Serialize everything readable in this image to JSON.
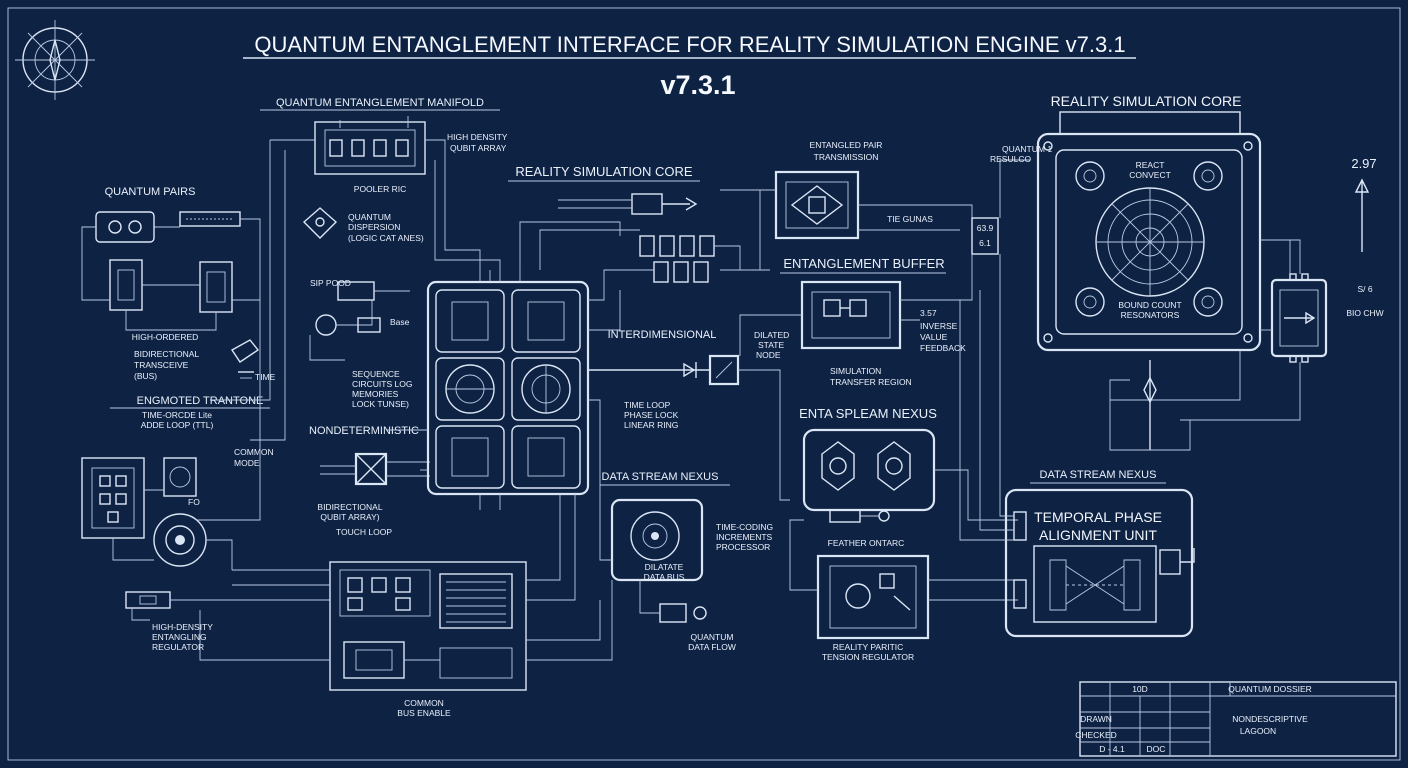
{
  "header": {
    "title": "QUANTUM ENTANGLEMENT INTERFACE FOR REALITY SIMULATION ENGINE v7.3.1",
    "version": "v7.3.1"
  },
  "labels": {
    "manifold": "QUANTUM ENTANGLEMENT MANIFOLD",
    "high_density": [
      "HIGH DENSITY",
      "QUBIT ARRAY"
    ],
    "footer_manifold": "POOLER RIC",
    "quantum_pairs": "QUANTUM PAIRS",
    "quantum_dispersion": [
      "QUANTUM",
      "DISPERSION",
      "(LOGIC CAT ANES)"
    ],
    "pool_tag": "SIP POOD",
    "high_ordered": "HIGH-ORDERED",
    "bidirectional": [
      "BIDIRECTIONAL",
      "TRANSCEIVE",
      "(BUS)"
    ],
    "time_tag": "TIME",
    "base_tag": "Base",
    "sequence_blocks": [
      "SEQUENCE",
      "CIRCUITS LOG",
      "MEMORIES",
      "LOCK TUNSE)"
    ],
    "phase_locking": "ENGMOTED TRANTONE",
    "time_loop": [
      "TIME-ORCDE Lite",
      "ADDE LOOP (TTL)"
    ],
    "common_mode": [
      "COMMON",
      "MODE"
    ],
    "fo_tag": "FO",
    "nondeterministic": "NONDETERMINISTIC",
    "bidirectional_bus": [
      "BIDIRECTIONAL",
      "QUBIT ARRAY)"
    ],
    "toc": "TOUCH LOOP",
    "high_density_reg": [
      "HIGH-DENSITY",
      "ENTANGLING",
      "REGULATOR"
    ],
    "common_bus": [
      "COMMON",
      "BUS ENABLE"
    ],
    "core_mid": "REALITY SIMULATION CORE",
    "interdimensional": "INTERDIMENSIONAL",
    "dilation_state": [
      "DILATED",
      "STATE",
      "NODE"
    ],
    "time_loop_phase": [
      "TIME LOOP",
      "PHASE LOCK",
      "LINEAR RING"
    ],
    "entangled_pair": [
      "ENTANGLED PAIR",
      "TRANSMISSION"
    ],
    "tie_gunas": "TIE GUNAS",
    "ent_buffer": "ENTANGLEMENT BUFFER",
    "feedback": [
      "3.57",
      "INVERSE",
      "VALUE",
      "FEEDBACK"
    ],
    "sim_transfer": [
      "SIMULATION",
      "TRANSFER REGION"
    ],
    "data_stream_mid": "DATA STREAM NEXUS",
    "time_coding": [
      "TIME-CODING",
      "INCREMENTS",
      "PROCESSOR"
    ],
    "dilation_bus": [
      "DILATATE",
      "DATA BUS"
    ],
    "quantum_flow": [
      "QUANTUM",
      "DATA FLOW"
    ],
    "nexus": "ENTA SPLEAM NEXUS",
    "feather": "FEATHER ONTARC",
    "reality_parity": [
      "REALITY PARITIC",
      "TENSION REGULATOR"
    ],
    "core_right": "REALITY SIMULATION CORE",
    "quantum_resulco": [
      "QUANTUM 1",
      "RESULCO"
    ],
    "core_inner_top": [
      "REACT",
      "CONVECT"
    ],
    "core_inner_bottom": [
      "BOUND COUNT",
      "RESONATORS"
    ],
    "value_top": "2.97",
    "value_side": [
      "S/ 6",
      "BIO CHW"
    ],
    "data_stream_right": "DATA STREAM NEXUS",
    "temporal": [
      "TEMPORAL PHASE",
      "ALIGNMENT UNIT"
    ],
    "eq": [
      "63.9",
      "6.1"
    ]
  },
  "title_block": {
    "top_left": "10D",
    "top_right": "QUANTUM DOSSIER",
    "rows_left": [
      "DRAWN",
      "CHECKED",
      "D - 4.1"
    ],
    "rows_right": [
      "NONDESCRIPTIVE",
      "LAGOON"
    ],
    "cell_small": "DOC"
  }
}
